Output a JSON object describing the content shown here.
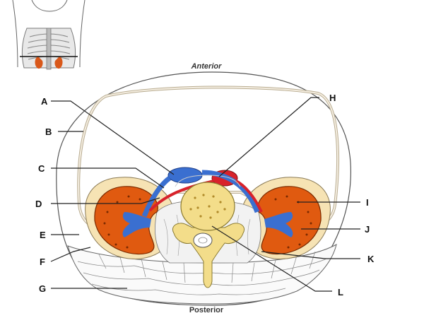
{
  "orientation": {
    "top": "Anterior",
    "bottom": "Posterior"
  },
  "labels": [
    "A",
    "B",
    "C",
    "D",
    "E",
    "F",
    "G",
    "H",
    "I",
    "J",
    "K",
    "L"
  ],
  "colors": {
    "kidney_cortex": "#e05a10",
    "vein": "#3a6fd0",
    "artery": "#d8222b",
    "fat": "#f6e3b4",
    "vertebra": "#f3dd8a",
    "outline": "#555555"
  }
}
